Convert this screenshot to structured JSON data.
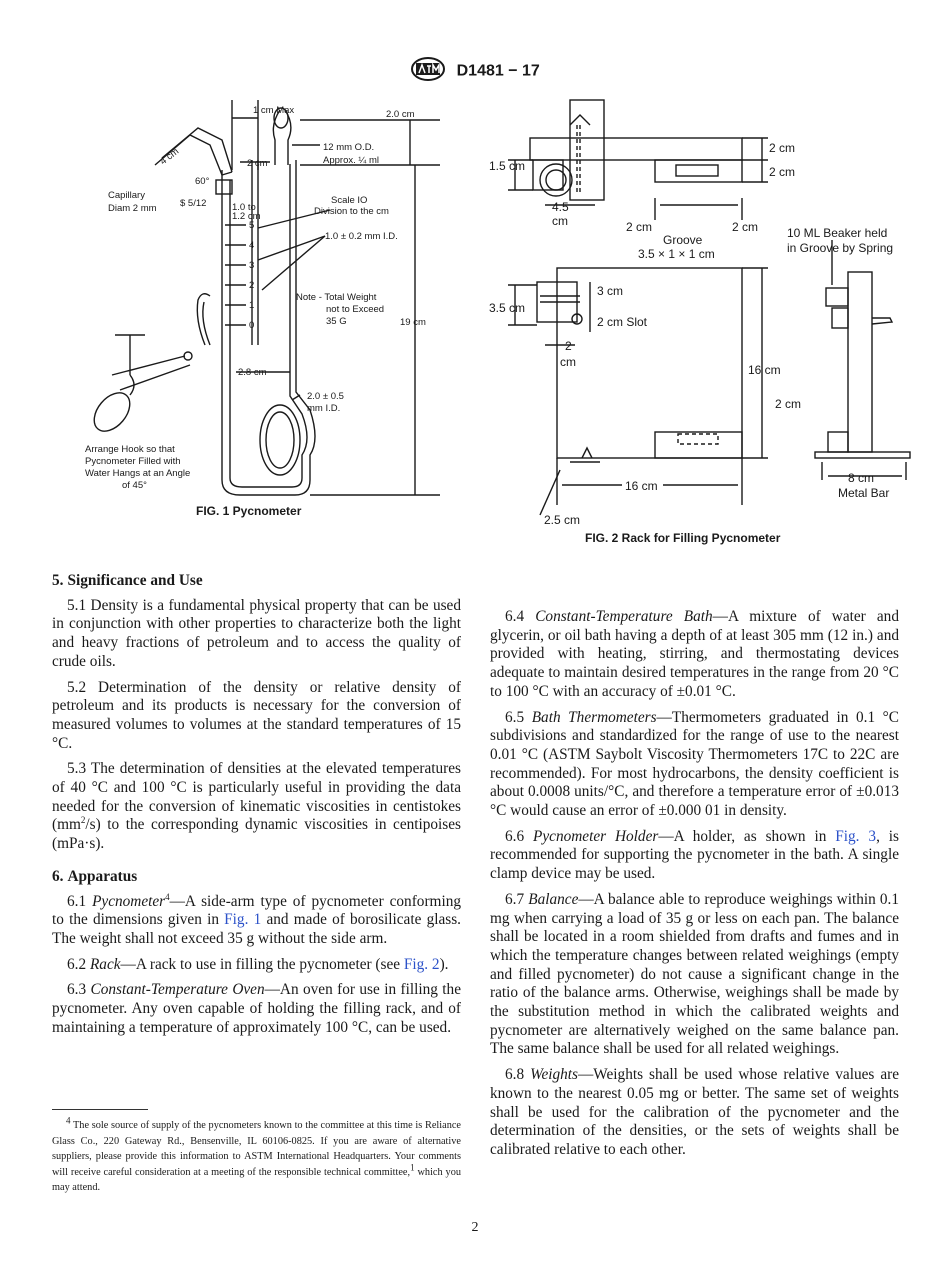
{
  "header": {
    "doc_id": "D1481 − 17"
  },
  "fig1": {
    "caption": "FIG. 1  Pycnometer",
    "labels": {
      "one_cm_max": "1 cm Max",
      "two_cm_top": "2.0 cm",
      "od": "12 mm O.D.",
      "approx": "Approx. ¼ ml",
      "four_cm": "4 cm",
      "two_cm": "2 cm",
      "sixty": "60°",
      "capillary": "Capillary",
      "diam": "Diam 2 mm",
      "std_joint": "$ 5/12",
      "one_to": "1.0 to",
      "one_two_cm": "1.2 cm",
      "scale_io": "Scale IO",
      "division": "Division to the cm",
      "id_one": "1.0 ± 0.2 mm I.D.",
      "note1": "Note - Total Weight",
      "note2": "not to Exceed",
      "note3": "35 G",
      "nineteen_cm": "19 cm",
      "two_eight_cm": "2.8 cm",
      "id_two_a": "2.0 ± 0.5",
      "id_two_b": "mm I.D.",
      "hook1": "Arrange Hook so that",
      "hook2": "Pycnometer Filled with",
      "hook3": "Water Hangs at an Angle",
      "hook4": "of 45°",
      "scale": [
        "5",
        "4",
        "3",
        "2",
        "1",
        "0"
      ]
    }
  },
  "fig2": {
    "caption": "FIG. 2  Rack for Filling Pycnometer",
    "labels": {
      "one_five_cm": "1.5 cm",
      "four_five": "4.5",
      "cm_a": "cm",
      "two_cm_a": "2 cm",
      "two_cm_b": "2 cm",
      "two_cm_c": "2 cm",
      "two_cm_d": "2 cm",
      "groove": "Groove",
      "groove_dim": "3.5 × 1 × 1 cm",
      "beaker1": "10 ML Beaker held",
      "beaker2": "in Groove by Spring",
      "three_five_cm": "3.5 cm",
      "three_cm": "3 cm",
      "slot": "2 cm Slot",
      "two": "2",
      "cm_b": "cm",
      "sixteen_cm_v": "16 cm",
      "two_cm_e": "2 cm",
      "sixteen_cm_h": "16 cm",
      "two_five_cm": "2.5 cm",
      "eight_cm": "8 cm",
      "metal_bar": "Metal Bar"
    }
  },
  "left_column": {
    "sec5_num": "5.",
    "sec5_title": "Significance and Use",
    "p5_1": "5.1 Density is a fundamental physical property that can be used in conjunction with other properties to characterize both the light and heavy fractions of petroleum and to access the quality of crude oils.",
    "p5_2": "5.2 Determination of the density or relative density of petroleum and its products is necessary for the conversion of measured volumes to volumes at the standard temperatures of 15 °C.",
    "p5_3a": "5.3 The determination of densities at the elevated temperatures of 40 °C and 100 °C is particularly useful in providing the data needed for the conversion of kinematic viscosities in centistokes (mm",
    "p5_3sup": "2",
    "p5_3b": "/s) to the corresponding dynamic viscosities in centipoises (mPa·s).",
    "sec6_num": "6.",
    "sec6_title": "Apparatus",
    "p6_1a": "6.1 ",
    "p6_1term": "Pycnometer",
    "p6_1sup": "4",
    "p6_1b": "—A side-arm type of pycnometer conforming to the dimensions given in ",
    "p6_1link": "Fig. 1",
    "p6_1c": " and made of borosilicate glass. The weight shall not exceed 35 g without the side arm.",
    "p6_2a": "6.2 ",
    "p6_2term": "Rack",
    "p6_2b": "—A rack to use in filling the pycnometer (see ",
    "p6_2link": "Fig. 2",
    "p6_2c": ").",
    "p6_3a": "6.3 ",
    "p6_3term": "Constant-Temperature Oven",
    "p6_3b": "—An oven for use in filling the pycnometer. Any oven capable of holding the filling rack, and of maintaining a temperature of approximately 100 °C, can be used."
  },
  "right_column": {
    "p6_4a": "6.4 ",
    "p6_4term": "Constant-Temperature Bath",
    "p6_4b": "—A mixture of water and glycerin, or oil bath having a depth of at least 305 mm (12 in.) and provided with heating, stirring, and thermostating devices adequate to maintain desired temperatures in the range from 20 °C to 100 °C with an accuracy of ±0.01 °C.",
    "p6_5a": "6.5 ",
    "p6_5term": "Bath Thermometers",
    "p6_5b": "—Thermometers graduated in 0.1 °C subdivisions and standardized for the range of use to the nearest 0.01 °C (ASTM Saybolt Viscosity Thermometers 17C to 22C are recommended). For most hydrocarbons, the density coefficient is about 0.0008 units/°C, and therefore a temperature error of ±0.013 °C would cause an error of ±0.000 01 in density.",
    "p6_6a": "6.6 ",
    "p6_6term": "Pycnometer Holder",
    "p6_6b": "—A holder, as shown in ",
    "p6_6link": "Fig. 3",
    "p6_6c": ", is recommended for supporting the pycnometer in the bath. A single clamp device may be used.",
    "p6_7a": "6.7 ",
    "p6_7term": "Balance",
    "p6_7b": "—A balance able to reproduce weighings within 0.1 mg when carrying a load of 35 g or less on each pan. The balance shall be located in a room shielded from drafts and fumes and in which the temperature changes between related weighings (empty and filled pycnometer) do not cause a significant change in the ratio of the balance arms. Otherwise, weighings shall be made by the substitution method in which the calibrated weights and pycnometer are alternatively weighed on the same balance pan. The same balance shall be used for all related weighings.",
    "p6_8a": "6.8 ",
    "p6_8term": "Weights",
    "p6_8b": "—Weights shall be used whose relative values are known to the nearest 0.05 mg or better. The same set of weights shall be used for the calibration of the pycnometer and the determination of the densities, or the sets of weights shall be calibrated relative to each other."
  },
  "footnote": {
    "sup": "4",
    "text_a": " The sole source of supply of the pycnometers known to the committee at this time is Reliance Glass Co., 220 Gateway Rd., Bensenville, IL 60106-0825. If you are aware of alternative suppliers, please provide this information to ASTM International Headquarters. Your comments will receive careful consideration at a meeting of the responsible technical committee,",
    "sup2": "1",
    "text_b": " which you may attend."
  },
  "page_number": "2"
}
